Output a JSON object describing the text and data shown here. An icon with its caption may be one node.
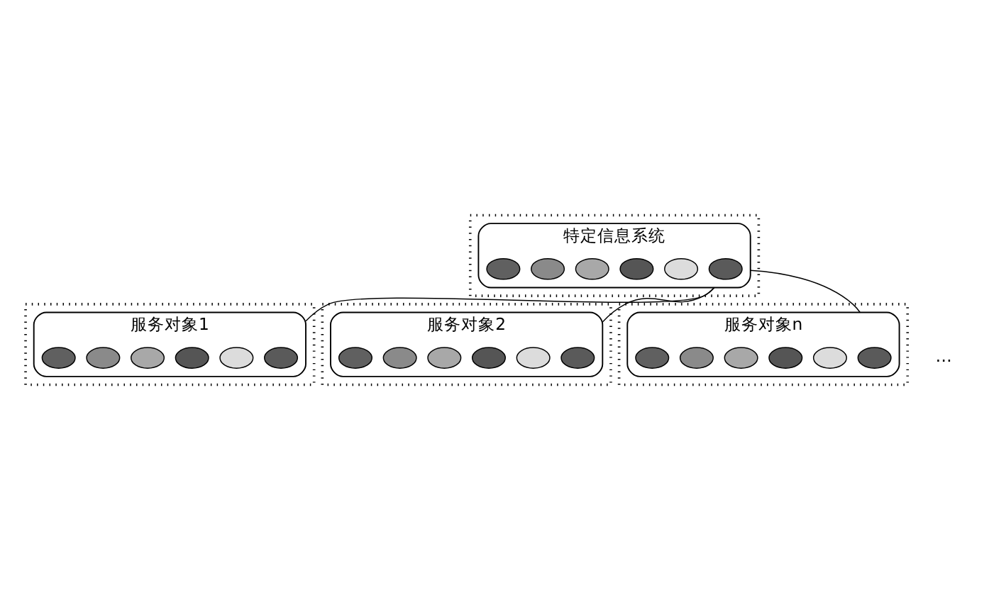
{
  "diagram": {
    "nodes": [
      {
        "text": [],
        "shape": "box"
      },
      {
        "text": [
          "特定信息系统"
        ],
        "in": 0
      },
      {
        "text": [],
        "shape": "ellipse",
        "in": 1
      },
      {
        "text": [],
        "shape": "ellipse",
        "in": 1
      },
      {
        "text": [],
        "shape": "ellipse",
        "in": 1
      },
      {
        "text": [],
        "shape": "ellipse",
        "in": 1
      },
      {
        "text": [],
        "shape": "ellipse",
        "in": 1
      },
      {
        "text": [],
        "shape": "ellipse",
        "in": 1
      },
      {
        "text": [],
        "shape": "box"
      },
      {
        "text": [
          "服务对象1"
        ],
        "in": 8
      },
      {
        "text": [],
        "shape": "ellipse",
        "in": 9
      },
      {
        "text": [],
        "shape": "ellipse",
        "in": 9
      },
      {
        "text": [],
        "shape": "ellipse",
        "in": 9
      },
      {
        "text": [],
        "shape": "ellipse",
        "in": 9
      },
      {
        "text": [],
        "shape": "ellipse",
        "in": 9
      },
      {
        "text": [],
        "shape": "ellipse",
        "in": 9
      },
      {
        "text": [],
        "shape": "box"
      },
      {
        "text": [
          "服务对象2"
        ],
        "in": 16
      },
      {
        "text": [],
        "shape": "ellipse",
        "in": 17
      },
      {
        "text": [],
        "shape": "ellipse",
        "in": 17
      },
      {
        "text": [],
        "shape": "ellipse",
        "in": 17
      },
      {
        "text": [],
        "shape": "ellipse",
        "in": 17
      },
      {
        "text": [],
        "shape": "ellipse",
        "in": 17
      },
      {
        "text": [],
        "shape": "ellipse",
        "in": 17
      },
      {
        "text": [],
        "shape": "box"
      },
      {
        "text": [
          "服务对象n"
        ],
        "in": 24
      },
      {
        "text": [],
        "shape": "ellipse",
        "in": 25
      },
      {
        "text": [],
        "shape": "ellipse",
        "in": 25
      },
      {
        "text": [],
        "shape": "ellipse",
        "in": 25
      },
      {
        "text": [],
        "shape": "ellipse",
        "in": 25
      },
      {
        "text": [],
        "shape": "ellipse",
        "in": 25
      },
      {
        "text": [],
        "shape": "ellipse",
        "in": 25
      }
    ],
    "edges": [
      {
        "from": 1,
        "to": 9,
        "arrow": "none"
      },
      {
        "from": 1,
        "to": 17,
        "arrow": "none"
      },
      {
        "from": 1,
        "to": 25,
        "arrow": "none"
      }
    ],
    "labels": [
      "…"
    ]
  }
}
